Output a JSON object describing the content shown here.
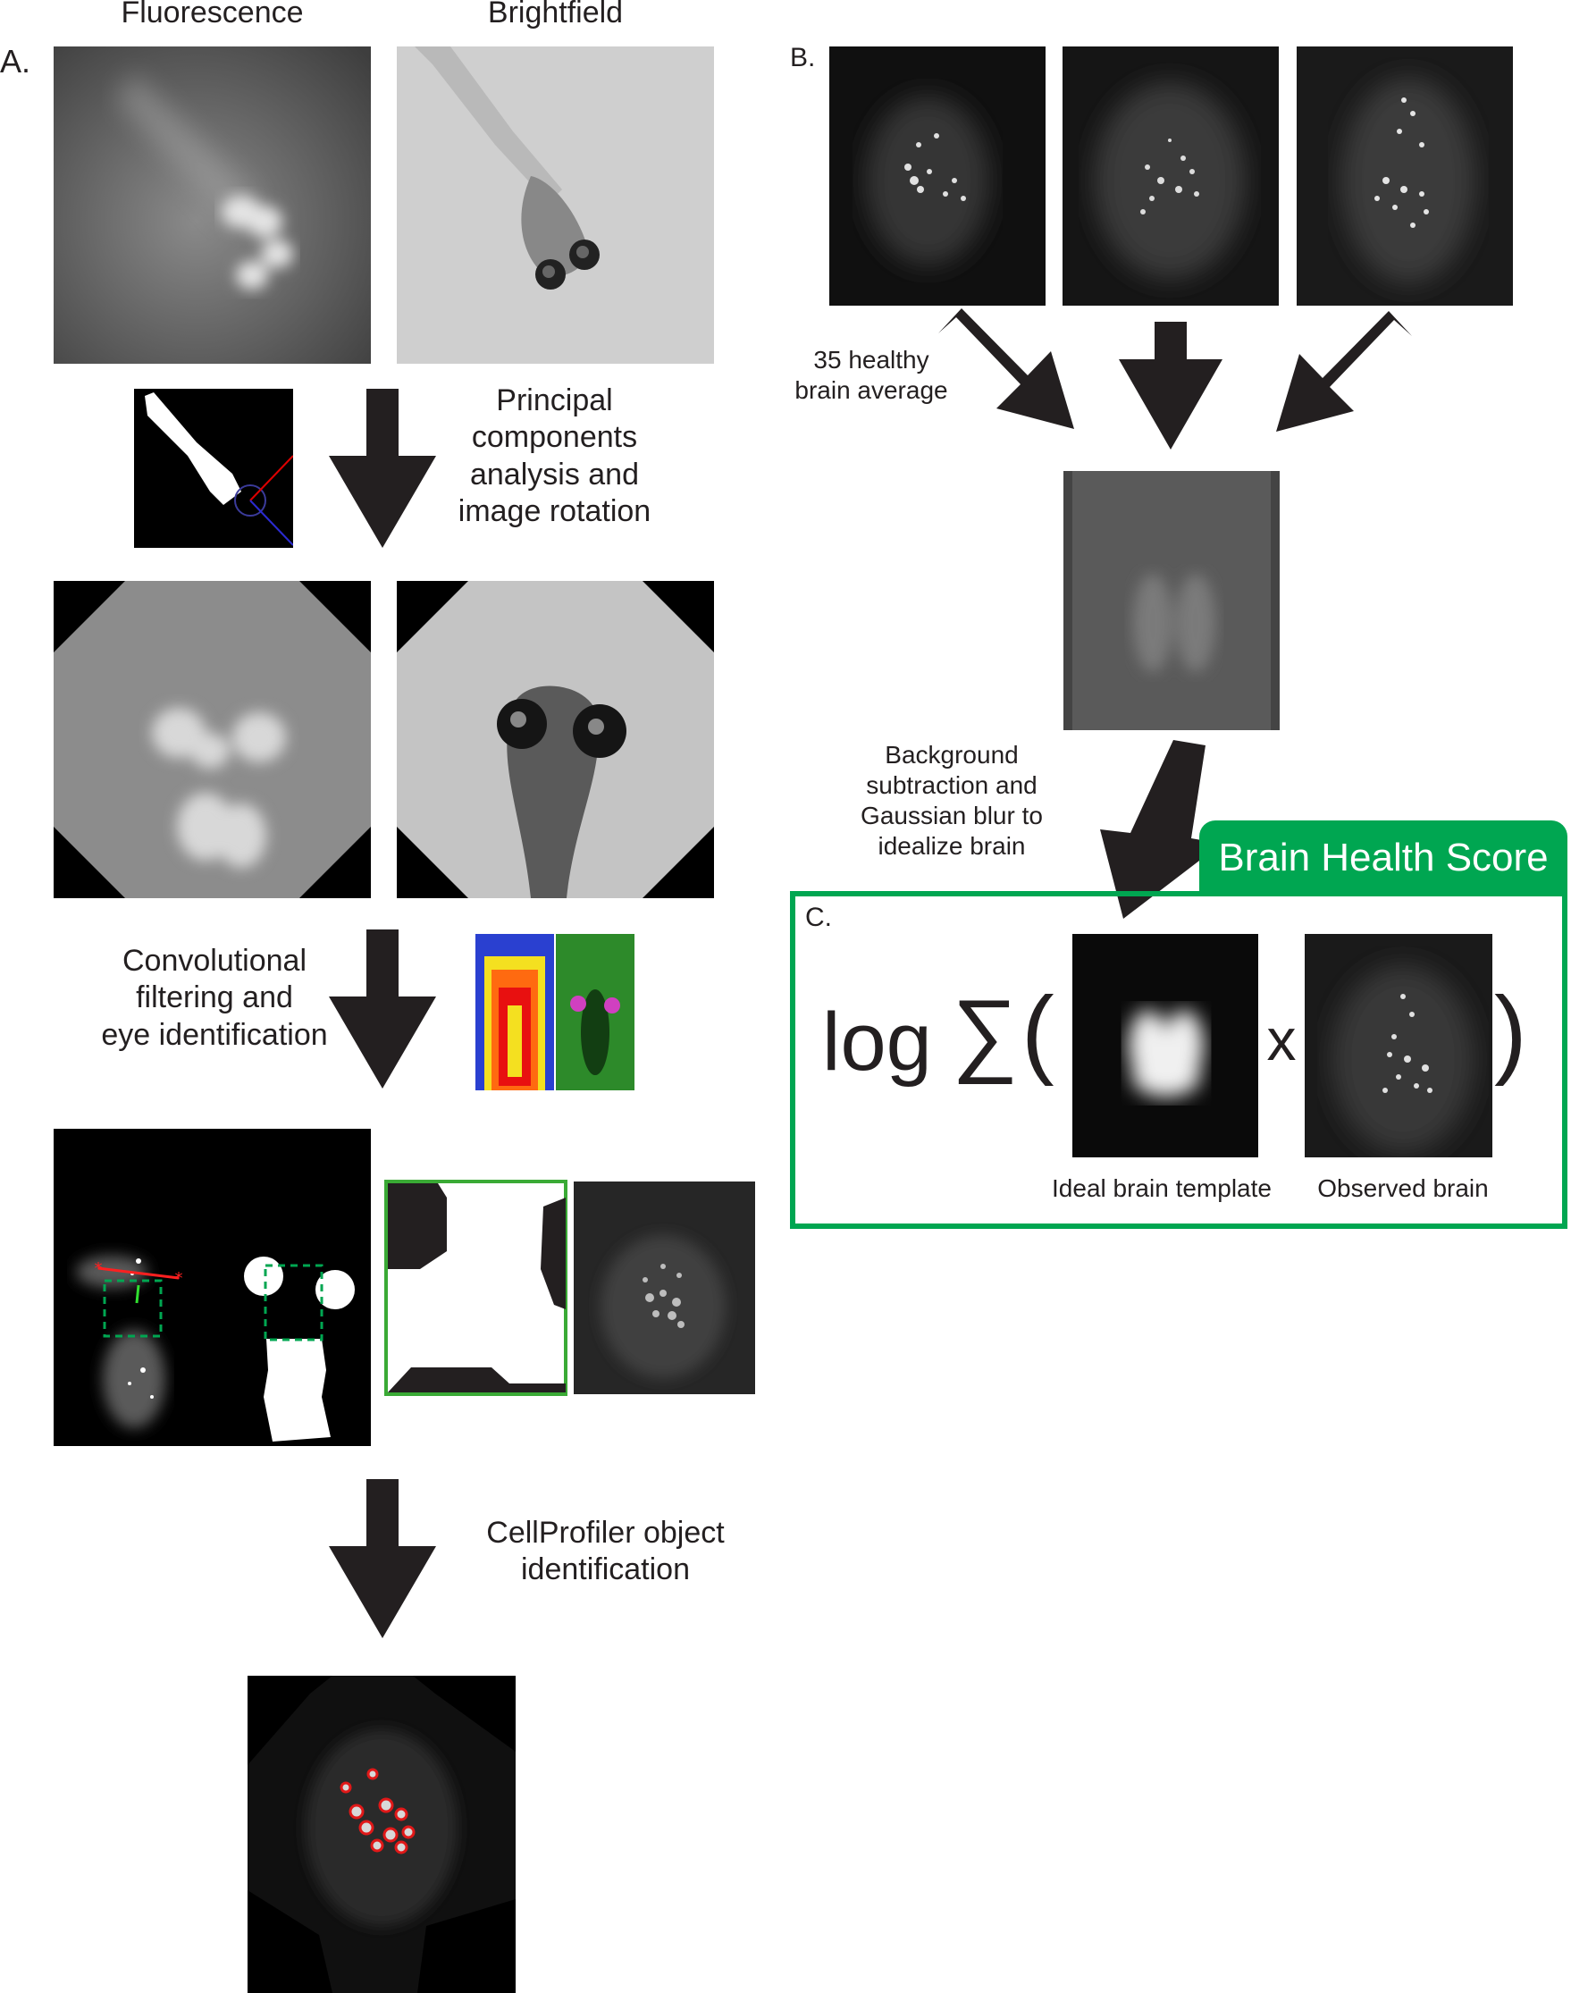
{
  "panel_a": {
    "label": "A.",
    "col_fluorescence": "Fluorescence",
    "col_brightfield": "Brightfield",
    "step1": "Principal\ncomponents\nanalysis and\nimage rotation",
    "step2": "Convolutional\nfiltering and\neye identification",
    "step3": "CellProfiler object\nidentification"
  },
  "panel_b": {
    "label": "B.",
    "average_label": "35 healthy\nbrain average",
    "blur_label": "Background\nsubtraction and\nGaussian blur to\nidealize brain"
  },
  "panel_c": {
    "label": "C.",
    "title": "Brain Health Score",
    "log": "log",
    "sum": "∑",
    "open_paren": "(",
    "times": "x",
    "close_paren": ")",
    "ideal_caption": "Ideal brain template",
    "observed_caption": "Observed brain"
  },
  "colors": {
    "accent_green": "#00a651",
    "arrow": "#231f20"
  }
}
